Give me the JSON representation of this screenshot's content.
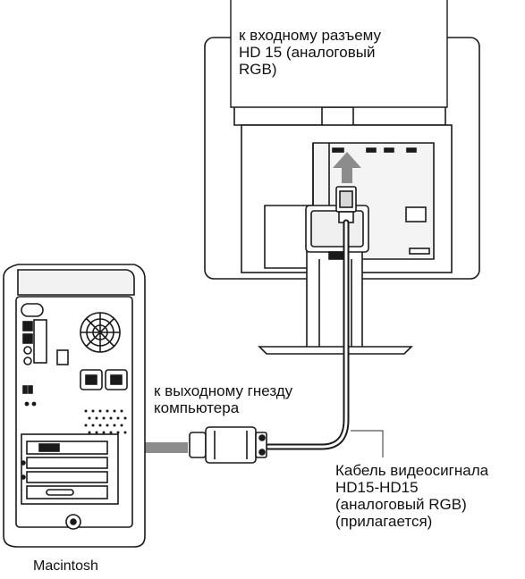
{
  "labels": {
    "monitor_input": "к входному разъему\nHD 15 (аналоговый\nRGB)",
    "computer_output": "к выходному гнезду\nкомпьютера",
    "cable": "Кабель видеосигнала\nHD15-HD15\n(аналоговый RGB)\n(прилагается)",
    "computer_name": "Macintosh"
  },
  "colors": {
    "ink": "#1a1a1a",
    "arrow_gray": "#8c8c8c",
    "panel_light": "#ececec",
    "cable_gray": "#9a9a9a"
  }
}
